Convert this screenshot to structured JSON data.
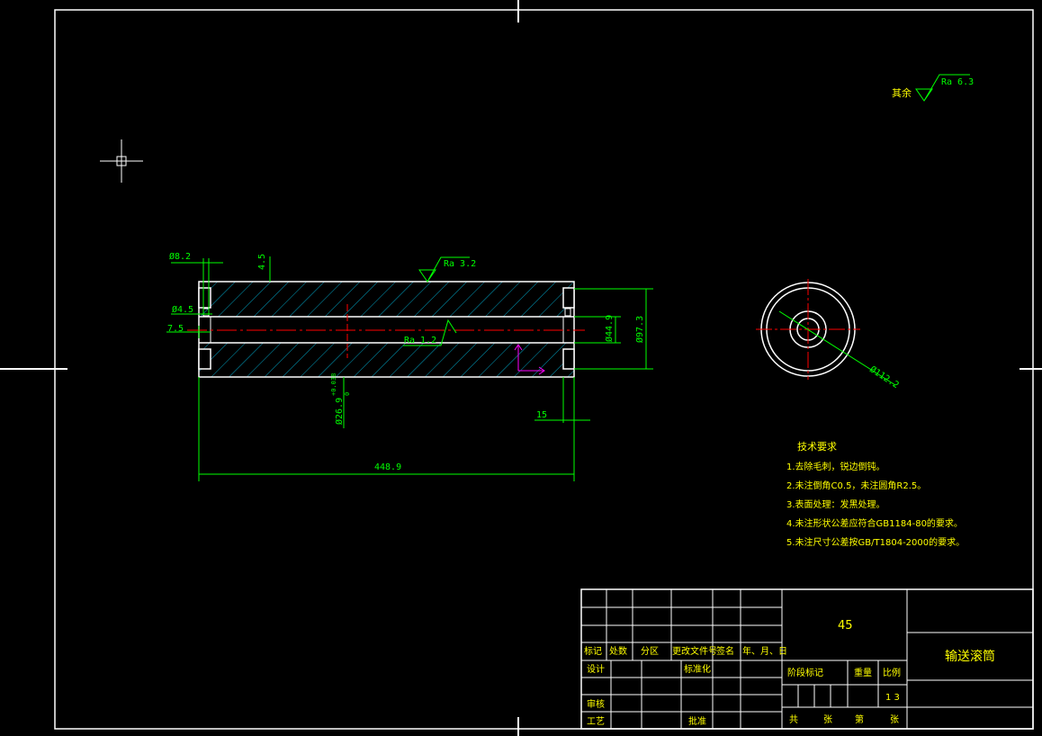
{
  "colors": {
    "background": "#000000",
    "outline": "#ffffff",
    "dimension": "#00ff00",
    "hatch": "#00a0c0",
    "centerline": "#ff0000",
    "text": "#ffff00",
    "ucs": "#ff00ff"
  },
  "surface_finish": {
    "other_label": "其余",
    "other_value": "Ra 6.3",
    "top_value": "Ra 3.2",
    "bore_value": "Ra 1.2"
  },
  "dimensions": {
    "d_left_top": "Ø8.2",
    "d_left_mid": "Ø4.5",
    "len_left": "7.5",
    "top_small": "4.5",
    "d_bore": "Ø26.9",
    "d_bore_tol": "+0.038",
    "d_bore_tol_low": "0",
    "d_inner": "Ø44.9",
    "d_outer": "Ø97.3",
    "len_right": "15",
    "total_length": "448.9",
    "d_end_view": "Ø112.2"
  },
  "tech_requirements": {
    "title": "技术要求",
    "items": [
      "1.去除毛刺，锐边倒钝。",
      "2.未注倒角C0.5，未注圆角R2.5。",
      "3.表面处理：发黑处理。",
      "4.未注形状公差应符合GB1184-80的要求。",
      "5.未注尺寸公差按GB/T1804-2000的要求。"
    ]
  },
  "title_block": {
    "material": "45",
    "part_name": "输送滚筒",
    "headers": [
      "标记",
      "处数",
      "分区",
      "更改文件号",
      "签名",
      "年、月、日"
    ],
    "design": "设计",
    "standardization": "标准化",
    "review": "审核",
    "process": "工艺",
    "approve": "批准",
    "stage_mark": "阶段标记",
    "weight": "重量",
    "scale_label": "比例",
    "scale_value": "1 3",
    "total": "共",
    "sheet_unit": "张",
    "sheet_no": "第",
    "sheet_unit2": "张"
  }
}
